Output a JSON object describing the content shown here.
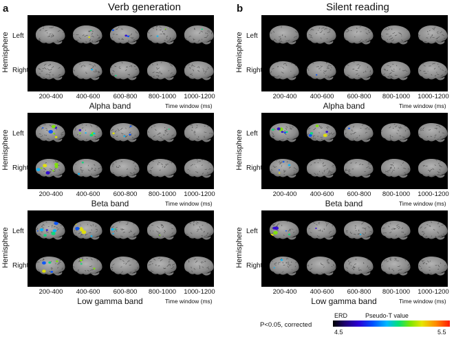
{
  "panels": [
    {
      "letter": "a",
      "title": "Verb generation",
      "bands": [
        {
          "name": "Alpha band"
        },
        {
          "name": "Beta band"
        },
        {
          "name": "Low gamma band"
        }
      ]
    },
    {
      "letter": "b",
      "title": "Silent reading",
      "bands": [
        {
          "name": "Alpha band"
        },
        {
          "name": "Beta band"
        },
        {
          "name": "Low gamma band"
        }
      ]
    }
  ],
  "hemisphere_axis_label": "Hemisphere",
  "hemisphere_labels": {
    "left": "Left",
    "right": "Right"
  },
  "time_windows": [
    "200-400",
    "400-600",
    "600-800",
    "800-1000",
    "1000-1200"
  ],
  "time_window_axis_label": "Time window (ms)",
  "legend": {
    "significance": "P<0.05, corrected",
    "erd_label": "ERD",
    "colorbar_label": "Pseudo-T value",
    "colorbar_min": "4.5",
    "colorbar_max": "5.5"
  },
  "colors": {
    "background": "#000000",
    "brain": "#8a8a8a"
  }
}
